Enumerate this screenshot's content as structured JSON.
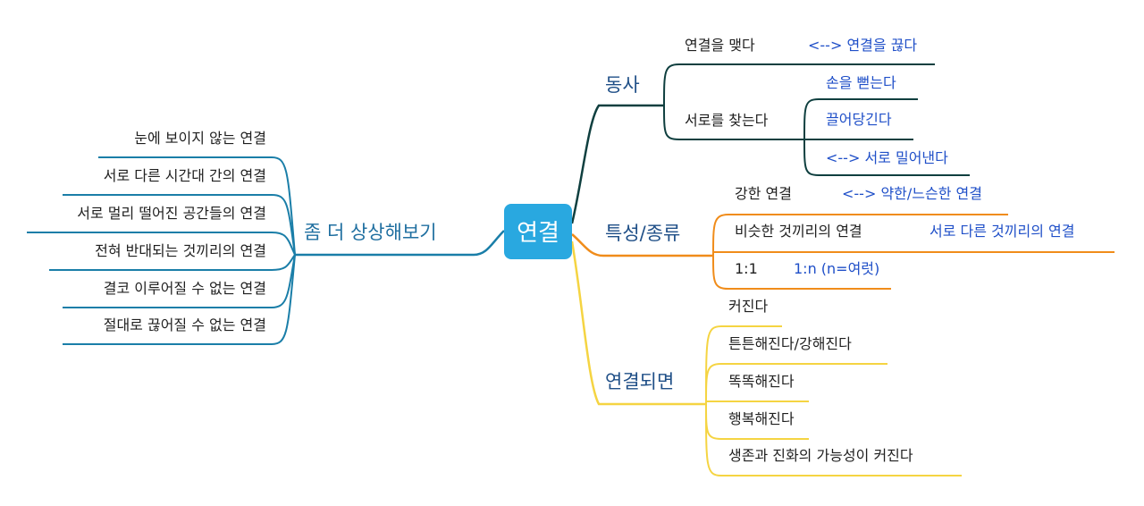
{
  "root": {
    "label": "연결",
    "color": "#29a8e0"
  },
  "branches": {
    "verbs": {
      "label": "동사",
      "color": "#0f3f3f",
      "connect": {
        "label": "연결을 맺다",
        "contrast": "<--> 연결을 끊다"
      },
      "find": {
        "label": "서로를 찾는다",
        "items": [
          "손을 뻗는다",
          "끌어당긴다",
          "<--> 서로 밀어낸다"
        ]
      }
    },
    "traits": {
      "label": "특성/종류",
      "color": "#f08c1a",
      "strong": {
        "label": "강한 연결",
        "contrast": "<--> 약한/느슨한 연결"
      },
      "similar": {
        "label": "비슷한 것끼리의 연결",
        "contrast": "서로 다른 것끼리의 연결"
      },
      "ratio": {
        "label": "1:1",
        "contrast": "1:n (n=여럿)"
      }
    },
    "results": {
      "label": "연결되면",
      "color": "#f5d442",
      "items": [
        "커진다",
        "튼튼해진다/강해진다",
        "똑똑해진다",
        "행복해진다",
        "생존과 진화의 가능성이 커진다"
      ]
    },
    "imagine": {
      "label": "좀 더 상상해보기",
      "color": "#1a7ea8",
      "items": [
        "눈에 보이지 않는 연결",
        "서로 다른 시간대 간의 연결",
        "서로 멀리 떨어진 공간들의 연결",
        "전혀 반대되는 것끼리의 연결",
        "결코 이루어질 수 없는 연결",
        "절대로 끊어질 수 없는 연결"
      ]
    }
  }
}
